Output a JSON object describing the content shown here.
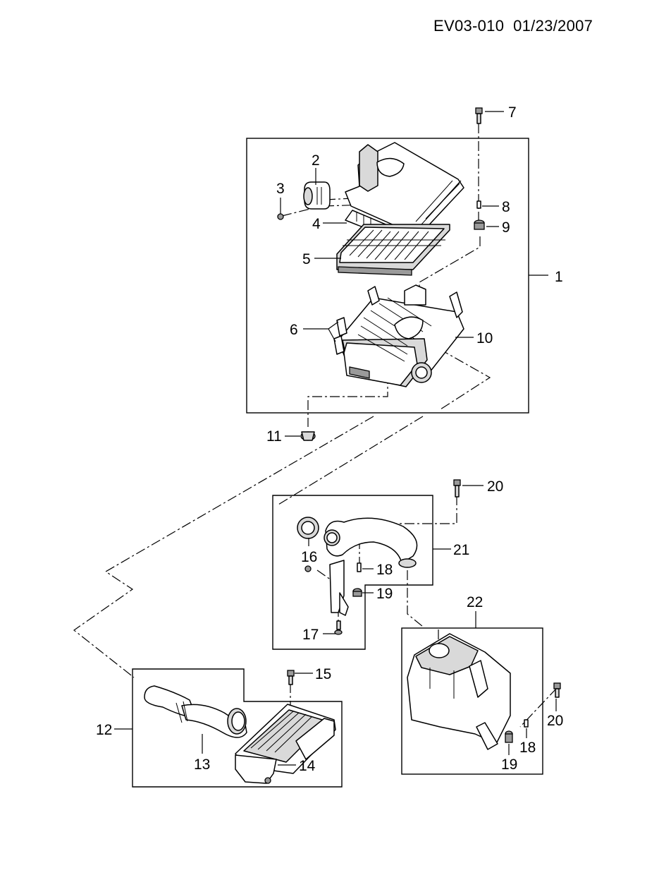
{
  "header": {
    "code": "EV03-010",
    "date": "01/23/2007"
  },
  "callouts": [
    "1",
    "2",
    "3",
    "4",
    "5",
    "6",
    "7",
    "8",
    "9",
    "10",
    "11",
    "12",
    "13",
    "14",
    "15",
    "16",
    "17",
    "18",
    "19",
    "20",
    "21",
    "22",
    "18",
    "19",
    "20"
  ],
  "colors": {
    "line": "#000000",
    "background": "#ffffff",
    "shade": "#d9d9d9"
  }
}
